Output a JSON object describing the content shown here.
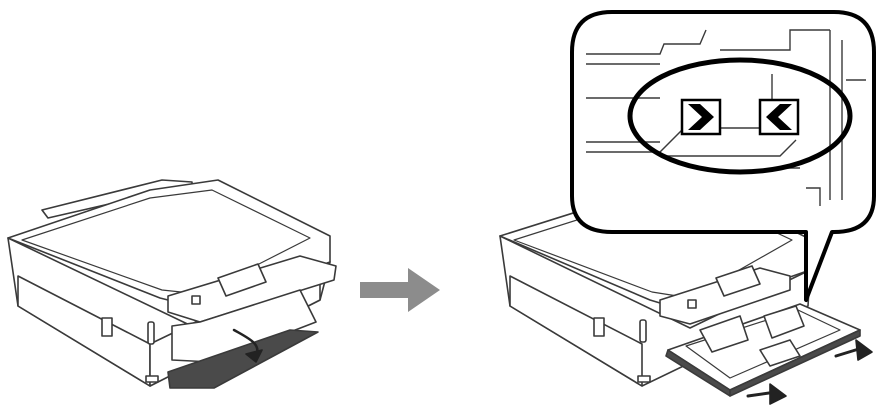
{
  "figure": {
    "steps": [
      {
        "name": "printer-front-cover-opening",
        "description_icon": "printer-with-open-front-cover"
      },
      {
        "name": "printer-cassette-pulled-out",
        "description_icon": "printer-with-paper-cassette-out"
      }
    ],
    "callout": {
      "icon_left": "chevron-right-icon",
      "icon_right": "chevron-left-icon"
    },
    "arrow_icon": "right-arrow-icon",
    "colors": {
      "line": "#3a3a3a",
      "fill": "#ffffff",
      "dark_panel": "#4a4a4a",
      "arrow": "#8c8c8c",
      "ellipse": "#000000"
    }
  }
}
